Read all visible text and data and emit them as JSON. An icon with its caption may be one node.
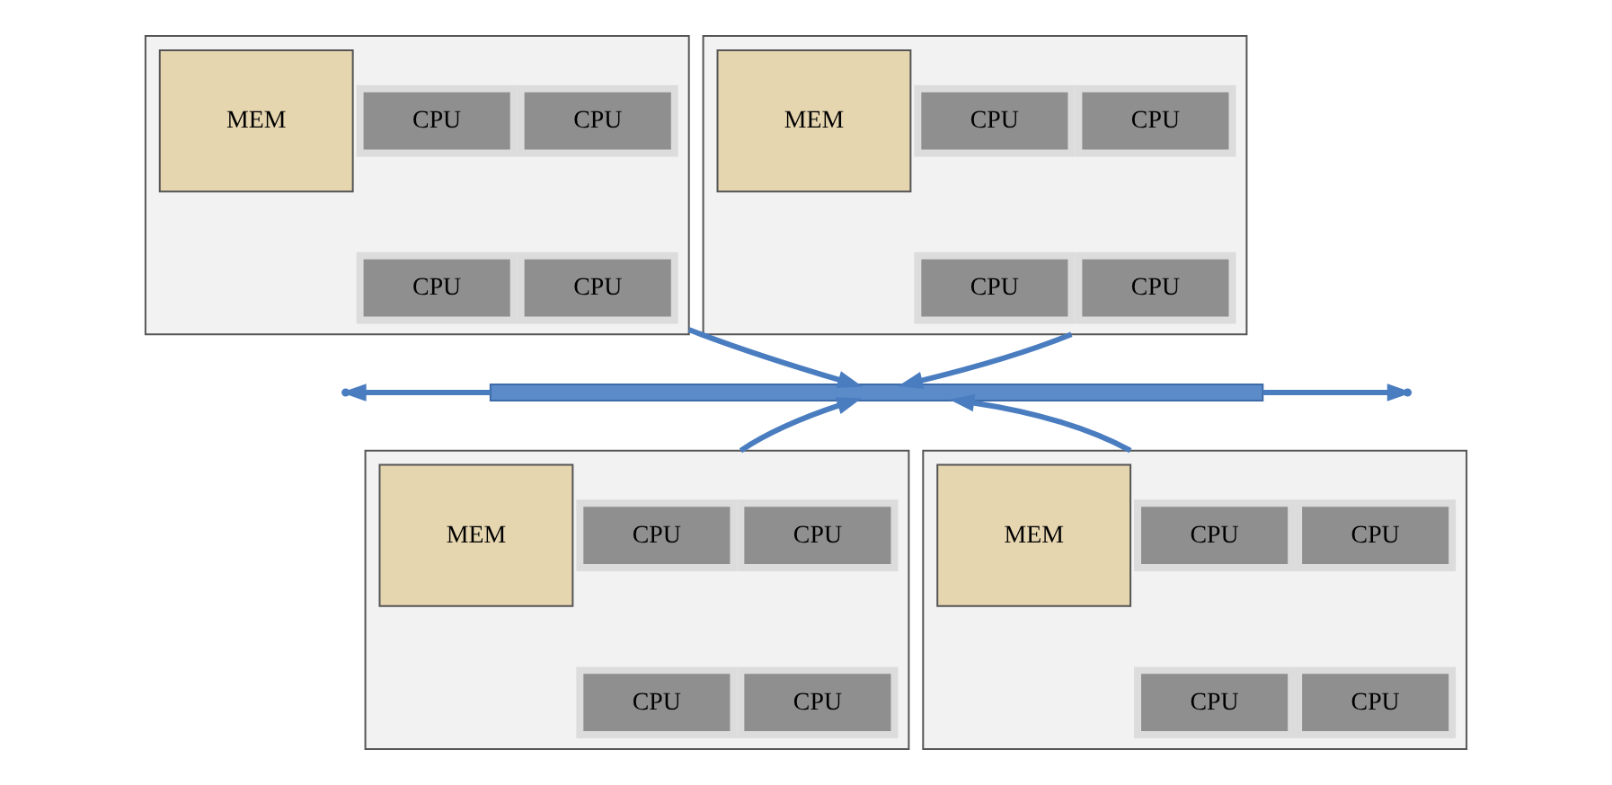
{
  "diagram": {
    "nodes": [
      {
        "text": [],
        "shape": "box"
      },
      {
        "text": [
          "MEM"
        ],
        "in": 0
      },
      {
        "text": [
          "CPU"
        ],
        "in": 0
      },
      {
        "text": [
          "CPU"
        ],
        "in": 0
      },
      {
        "text": [
          "CPU"
        ],
        "in": 0
      },
      {
        "text": [
          "CPU"
        ],
        "in": 0
      },
      {
        "text": [],
        "shape": "box"
      },
      {
        "text": [
          "MEM"
        ],
        "in": 6
      },
      {
        "text": [
          "CPU"
        ],
        "in": 6
      },
      {
        "text": [
          "CPU"
        ],
        "in": 6
      },
      {
        "text": [
          "CPU"
        ],
        "in": 6
      },
      {
        "text": [
          "CPU"
        ],
        "in": 6
      },
      {
        "text": [],
        "shape": "bar"
      },
      {
        "text": [],
        "shape": "box"
      },
      {
        "text": [
          "MEM"
        ],
        "in": 13
      },
      {
        "text": [
          "CPU"
        ],
        "in": 13
      },
      {
        "text": [
          "CPU"
        ],
        "in": 13
      },
      {
        "text": [
          "CPU"
        ],
        "in": 13
      },
      {
        "text": [
          "CPU"
        ],
        "in": 13
      },
      {
        "text": [],
        "shape": "box"
      },
      {
        "text": [
          "MEM"
        ],
        "in": 19
      },
      {
        "text": [
          "CPU"
        ],
        "in": 19
      },
      {
        "text": [
          "CPU"
        ],
        "in": 19
      },
      {
        "text": [
          "CPU"
        ],
        "in": 19
      },
      {
        "text": [
          "CPU"
        ],
        "in": 19
      }
    ],
    "edges": [
      {
        "from": 12,
        "to": null,
        "arrow": "to"
      },
      {
        "from": 12,
        "to": null,
        "arrow": "to"
      },
      {
        "from": 0,
        "to": 12,
        "arrow": "to"
      },
      {
        "from": 6,
        "to": 12,
        "arrow": "to"
      },
      {
        "from": 13,
        "to": 12,
        "arrow": "to"
      },
      {
        "from": 19,
        "to": 12,
        "arrow": "to"
      }
    ]
  }
}
